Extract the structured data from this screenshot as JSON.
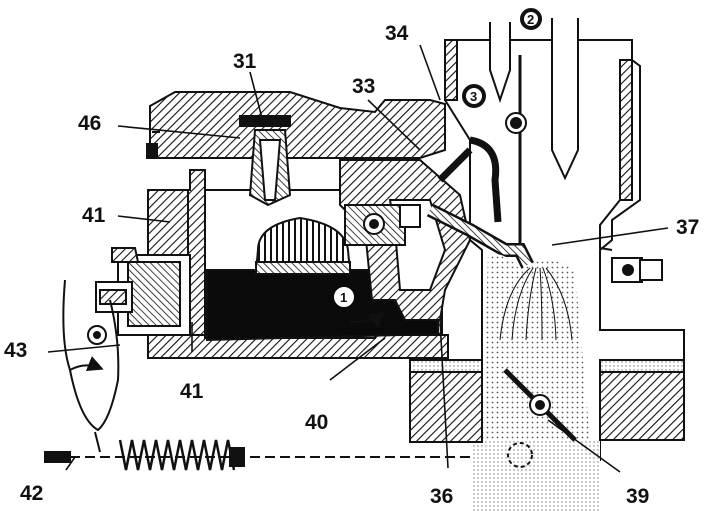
{
  "diagram": {
    "callouts": {
      "c31": "31",
      "c33": "33",
      "c34": "34",
      "c46": "46",
      "c41a": "41",
      "c41b": "41",
      "c43": "43",
      "c42": "42",
      "c40": "40",
      "c36": "36",
      "c39": "39",
      "c37": "37"
    },
    "flow_markers": {
      "m1": "1",
      "m2": "2",
      "m3": "3"
    },
    "colors": {
      "ink": "#111111",
      "paper": "#ffffff",
      "fuel": "#0a0a0a",
      "dots": "#6f6f6f"
    }
  }
}
